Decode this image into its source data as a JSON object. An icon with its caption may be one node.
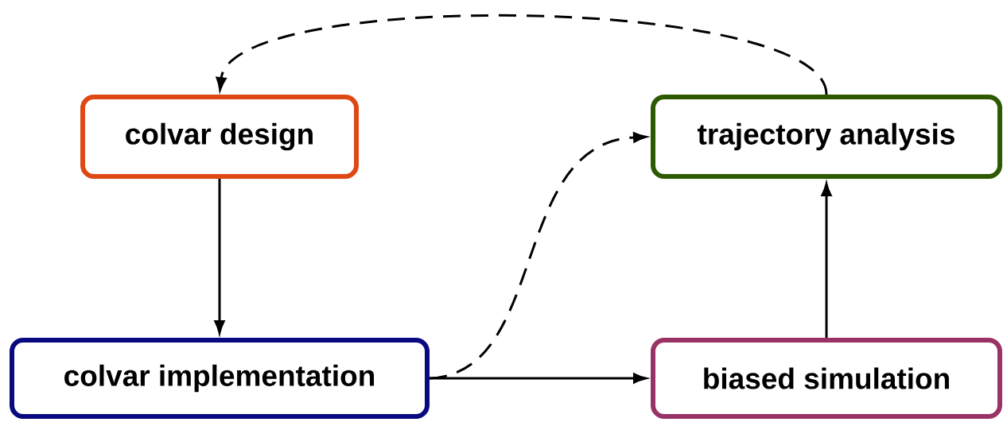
{
  "diagram": {
    "nodes": [
      {
        "text": [
          "colvar design"
        ]
      },
      {
        "text": [
          "colvar implementation"
        ]
      },
      {
        "text": [
          "biased simulation"
        ]
      },
      {
        "text": [
          "trajectory analysis"
        ]
      }
    ],
    "edges": [
      {
        "from": 0,
        "to": 1,
        "arrow": "to"
      },
      {
        "from": 1,
        "to": 2,
        "arrow": "to"
      },
      {
        "from": 1,
        "to": 3,
        "arrow": "to",
        "style": "dashed"
      },
      {
        "from": 2,
        "to": 3,
        "arrow": "to"
      },
      {
        "from": 3,
        "to": 0,
        "arrow": "to",
        "style": "dashed"
      }
    ]
  }
}
